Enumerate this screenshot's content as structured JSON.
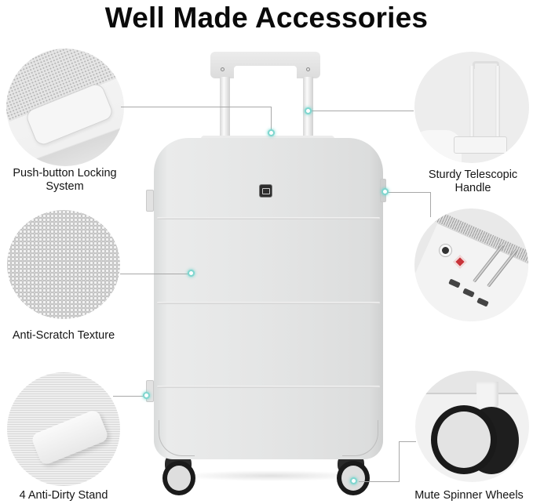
{
  "header": {
    "title": "Well Made Accessories"
  },
  "features": [
    {
      "id": "push-button-lock",
      "label_line1": "Push-button Locking",
      "label_line2": "System",
      "side": "left",
      "position": "top"
    },
    {
      "id": "telescopic-handle",
      "label_line1": "Sturdy Telescopic",
      "label_line2": "Handle",
      "side": "right",
      "position": "top"
    },
    {
      "id": "anti-scratch",
      "label_line1": "Anti-Scratch Texture",
      "side": "left",
      "position": "middle"
    },
    {
      "id": "tsa-lock",
      "label_line1": "",
      "side": "right",
      "position": "middle"
    },
    {
      "id": "anti-dirty-stand",
      "label_line1": "4 Anti-Dirty Stand",
      "side": "left",
      "position": "bottom"
    },
    {
      "id": "spinner-wheels",
      "label_line1": "Mute Spinner Wheels",
      "side": "right",
      "position": "bottom"
    }
  ],
  "colors": {
    "accent_dot": "#7fd6cf",
    "connector_line": "#a8a8a8",
    "suitcase_body": "#e4e5e5",
    "wheel_tire": "#1b1b1b",
    "tsa_badge": "#c8343a"
  }
}
